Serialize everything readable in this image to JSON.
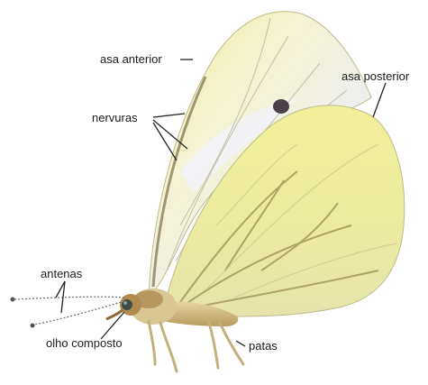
{
  "labels": {
    "asa_anterior": "asa anterior",
    "asa_posterior": "asa posterior",
    "nervuras": "nervuras",
    "antenas": "antenas",
    "olho_composto": "olho composto",
    "patas": "patas"
  },
  "colors": {
    "wing_pale_yellow": "#f4f1c6",
    "wing_yellow": "#eceb9b",
    "wing_white": "#eef0f6",
    "wing_shadow": "#c9c9d6",
    "vein_brown": "#9a8d4e",
    "body_tan": "#d8c58e",
    "body_dark": "#8a6a3a",
    "leader_line": "#222222"
  }
}
